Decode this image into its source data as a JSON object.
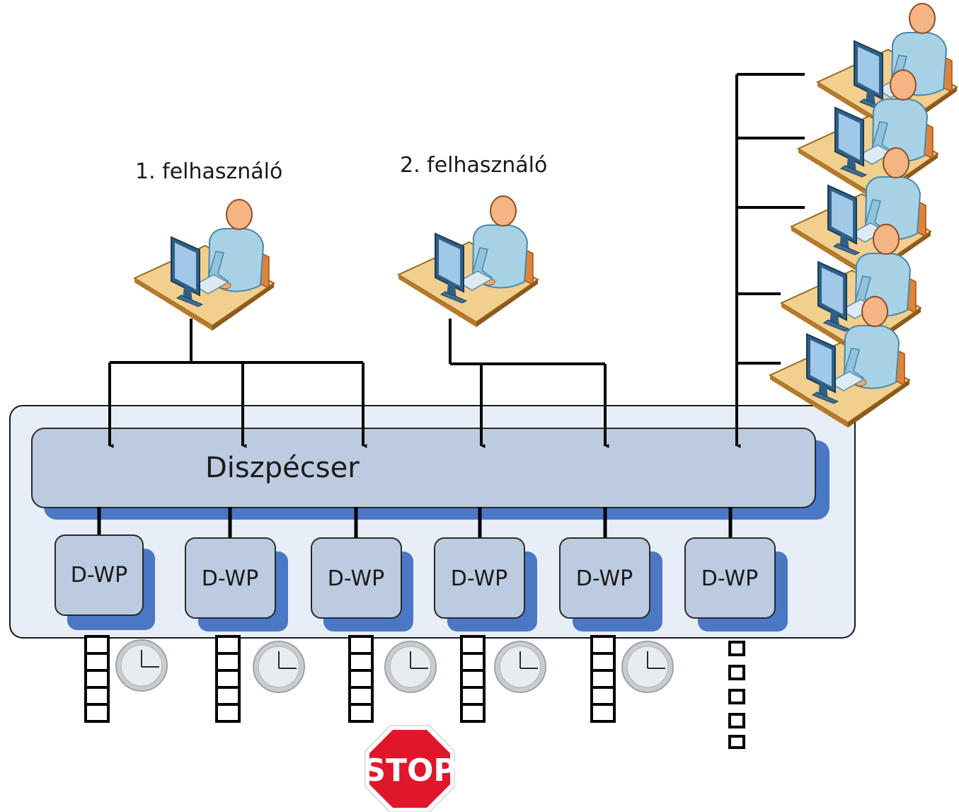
{
  "users": {
    "user1_label": "1. felhasználó",
    "user2_label": "2. felhasználó"
  },
  "dispatcher": {
    "label": "Diszpécser"
  },
  "work_processes": [
    {
      "label": "D-WP",
      "queue": "full",
      "timer": true
    },
    {
      "label": "D-WP",
      "queue": "full",
      "timer": true
    },
    {
      "label": "D-WP",
      "queue": "full",
      "timer": true
    },
    {
      "label": "D-WP",
      "queue": "full",
      "timer": true
    },
    {
      "label": "D-WP",
      "queue": "full",
      "timer": true
    },
    {
      "label": "D-WP",
      "queue": "small",
      "timer": false
    }
  ],
  "stop_sign": {
    "label": "STOP"
  },
  "icons": [
    "user-workstation-icon",
    "clock-icon",
    "stop-sign-icon",
    "queue-icon"
  ],
  "colors": {
    "frame_fill": "#e8eef7",
    "dispatcher_fill": "#bccbe0",
    "shadow": "#4a78c4",
    "desk": "#f1cf8e",
    "monitor": "#9fc9e6",
    "person": "#a7d2e6",
    "stop_red": "#e0162b"
  }
}
